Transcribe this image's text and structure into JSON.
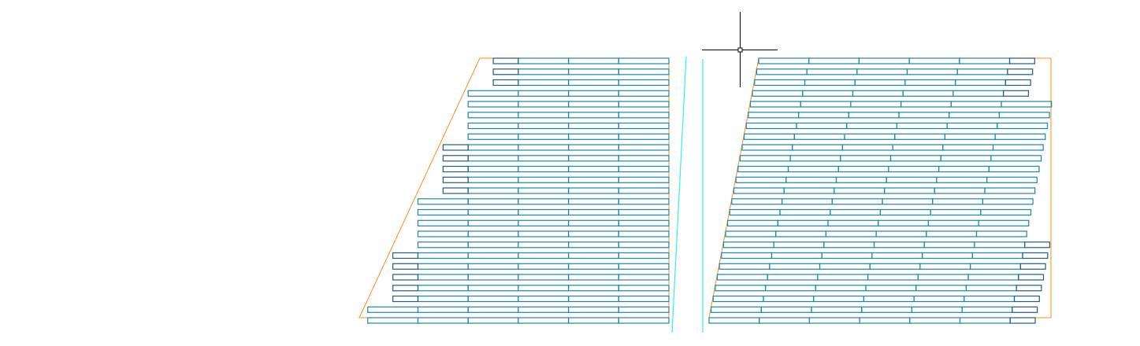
{
  "colors": {
    "background": "#ffffff",
    "panel": "#1a86a8",
    "panel_partial": "#1f5f78",
    "boundary": "#ff8c1a",
    "centerline": "#33f0f0",
    "cursor": "#000000"
  },
  "layout_left": {
    "rows": [
      {
        "full": 3,
        "partial": 1
      },
      {
        "full": 3,
        "partial": 1
      },
      {
        "full": 3,
        "partial": 1
      },
      {
        "full": 4,
        "partial": 0
      },
      {
        "full": 4,
        "partial": 0
      },
      {
        "full": 4,
        "partial": 0
      },
      {
        "full": 4,
        "partial": 0
      },
      {
        "full": 4,
        "partial": 0
      },
      {
        "full": 4,
        "partial": 1
      },
      {
        "full": 4,
        "partial": 1
      },
      {
        "full": 4,
        "partial": 1
      },
      {
        "full": 4,
        "partial": 1
      },
      {
        "full": 4,
        "partial": 1
      },
      {
        "full": 5,
        "partial": 0
      },
      {
        "full": 5,
        "partial": 0
      },
      {
        "full": 5,
        "partial": 0
      },
      {
        "full": 5,
        "partial": 0
      },
      {
        "full": 5,
        "partial": 0
      },
      {
        "full": 5,
        "partial": 1
      },
      {
        "full": 5,
        "partial": 1
      },
      {
        "full": 5,
        "partial": 1
      },
      {
        "full": 5,
        "partial": 1
      },
      {
        "full": 5,
        "partial": 1
      },
      {
        "full": 6,
        "partial": 0
      },
      {
        "full": 6,
        "partial": 0
      }
    ]
  },
  "layout_right": {
    "rows": [
      {
        "full": 5,
        "partial": 1
      },
      {
        "full": 5,
        "partial": 1
      },
      {
        "full": 5,
        "partial": 1
      },
      {
        "full": 5,
        "partial": 1
      },
      {
        "full": 6,
        "partial": 0
      },
      {
        "full": 6,
        "partial": 0
      },
      {
        "full": 6,
        "partial": 0
      },
      {
        "full": 6,
        "partial": 0
      },
      {
        "full": 6,
        "partial": 0
      },
      {
        "full": 6,
        "partial": 0
      },
      {
        "full": 6,
        "partial": 0
      },
      {
        "full": 6,
        "partial": 0
      },
      {
        "full": 6,
        "partial": 0
      },
      {
        "full": 6,
        "partial": 0
      },
      {
        "full": 6,
        "partial": 0
      },
      {
        "full": 6,
        "partial": 0
      },
      {
        "full": 6,
        "partial": 0
      },
      {
        "full": 6,
        "partial": 1
      },
      {
        "full": 6,
        "partial": 1
      },
      {
        "full": 6,
        "partial": 1
      },
      {
        "full": 6,
        "partial": 1
      },
      {
        "full": 6,
        "partial": 1
      },
      {
        "full": 6,
        "partial": 1
      },
      {
        "full": 6,
        "partial": 1
      },
      {
        "full": 6,
        "partial": 1
      }
    ]
  }
}
